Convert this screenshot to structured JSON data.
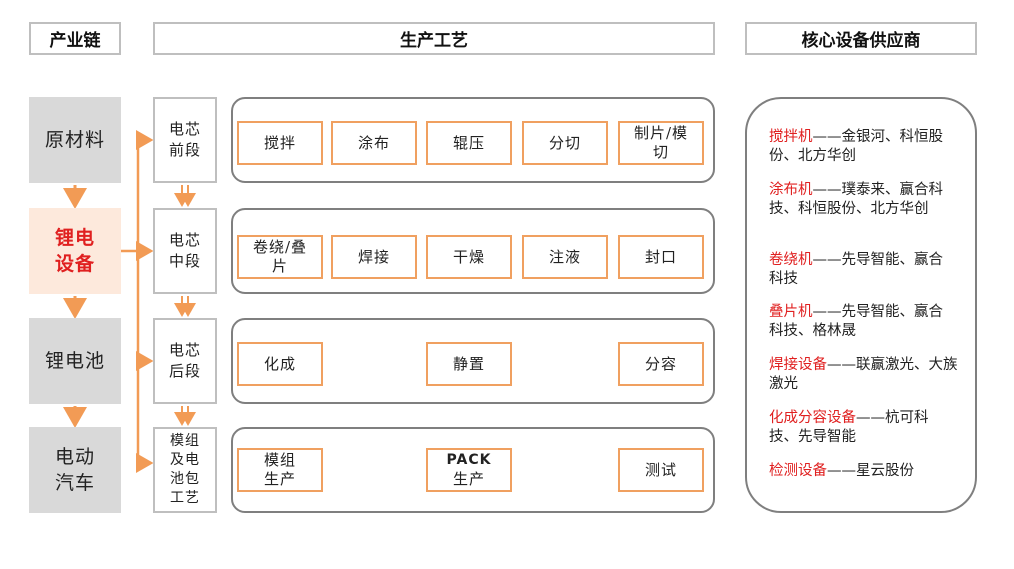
{
  "headers": {
    "chain": "产业链",
    "process": "生产工艺",
    "suppliers": "核心设备供应商"
  },
  "chain": [
    "原材料",
    "锂电设备",
    "锂电池",
    "电动汽车"
  ],
  "chain_display": [
    "原材料",
    "锂电\n设备",
    "锂电池",
    "电动\n汽车"
  ],
  "stages": [
    {
      "name": "电芯前段",
      "display": "电芯\n前段",
      "steps": [
        "搅拌",
        "涂布",
        "辊压",
        "分切",
        "制片/模切"
      ],
      "steps_display": [
        "搅拌",
        "涂布",
        "辊压",
        "分切",
        "制片/模\n切"
      ]
    },
    {
      "name": "电芯中段",
      "display": "电芯\n中段",
      "steps": [
        "卷绕/叠片",
        "焊接",
        "干燥",
        "注液",
        "封口"
      ],
      "steps_display": [
        "卷绕/叠\n片",
        "焊接",
        "干燥",
        "注液",
        "封口"
      ]
    },
    {
      "name": "电芯后段",
      "display": "电芯\n后段",
      "steps": [
        "化成",
        "静置",
        "分容"
      ],
      "steps_display": [
        "化成",
        "静置",
        "分容"
      ]
    },
    {
      "name": "模组及电池包工艺",
      "display": "模组\n及电\n池包\n工艺",
      "steps": [
        "模组生产",
        "PACK生产",
        "测试"
      ],
      "steps_display": [
        "模组\n生产",
        "PACK",
        "测试"
      ],
      "pack_sub": "生产"
    }
  ],
  "suppliers": [
    {
      "equipment": "搅拌机",
      "dash": "——",
      "companies": "金银河、科恒股份、北方华创"
    },
    {
      "equipment": "涂布机",
      "dash": "——",
      "companies": "璞泰来、赢合科技、科恒股份、北方华创"
    },
    {
      "equipment": "卷绕机",
      "dash": "——",
      "companies": "先导智能、赢合科技"
    },
    {
      "equipment": "叠片机",
      "dash": "——",
      "companies": "先导智能、赢合科技、格林晟"
    },
    {
      "equipment": "焊接设备",
      "dash": "——",
      "companies": "联赢激光、大族激光"
    },
    {
      "equipment": "化成分容设备",
      "dash": "——",
      "companies": "杭可科技、先导智能"
    },
    {
      "equipment": "检测设备",
      "dash": "——",
      "companies": "星云股份"
    }
  ],
  "colors": {
    "accent": "#e02020",
    "arrow": "#f29b55",
    "chain_bg": "#d9d9d9",
    "highlight_bg": "#fde9dc",
    "box_border": "#f0a060"
  }
}
